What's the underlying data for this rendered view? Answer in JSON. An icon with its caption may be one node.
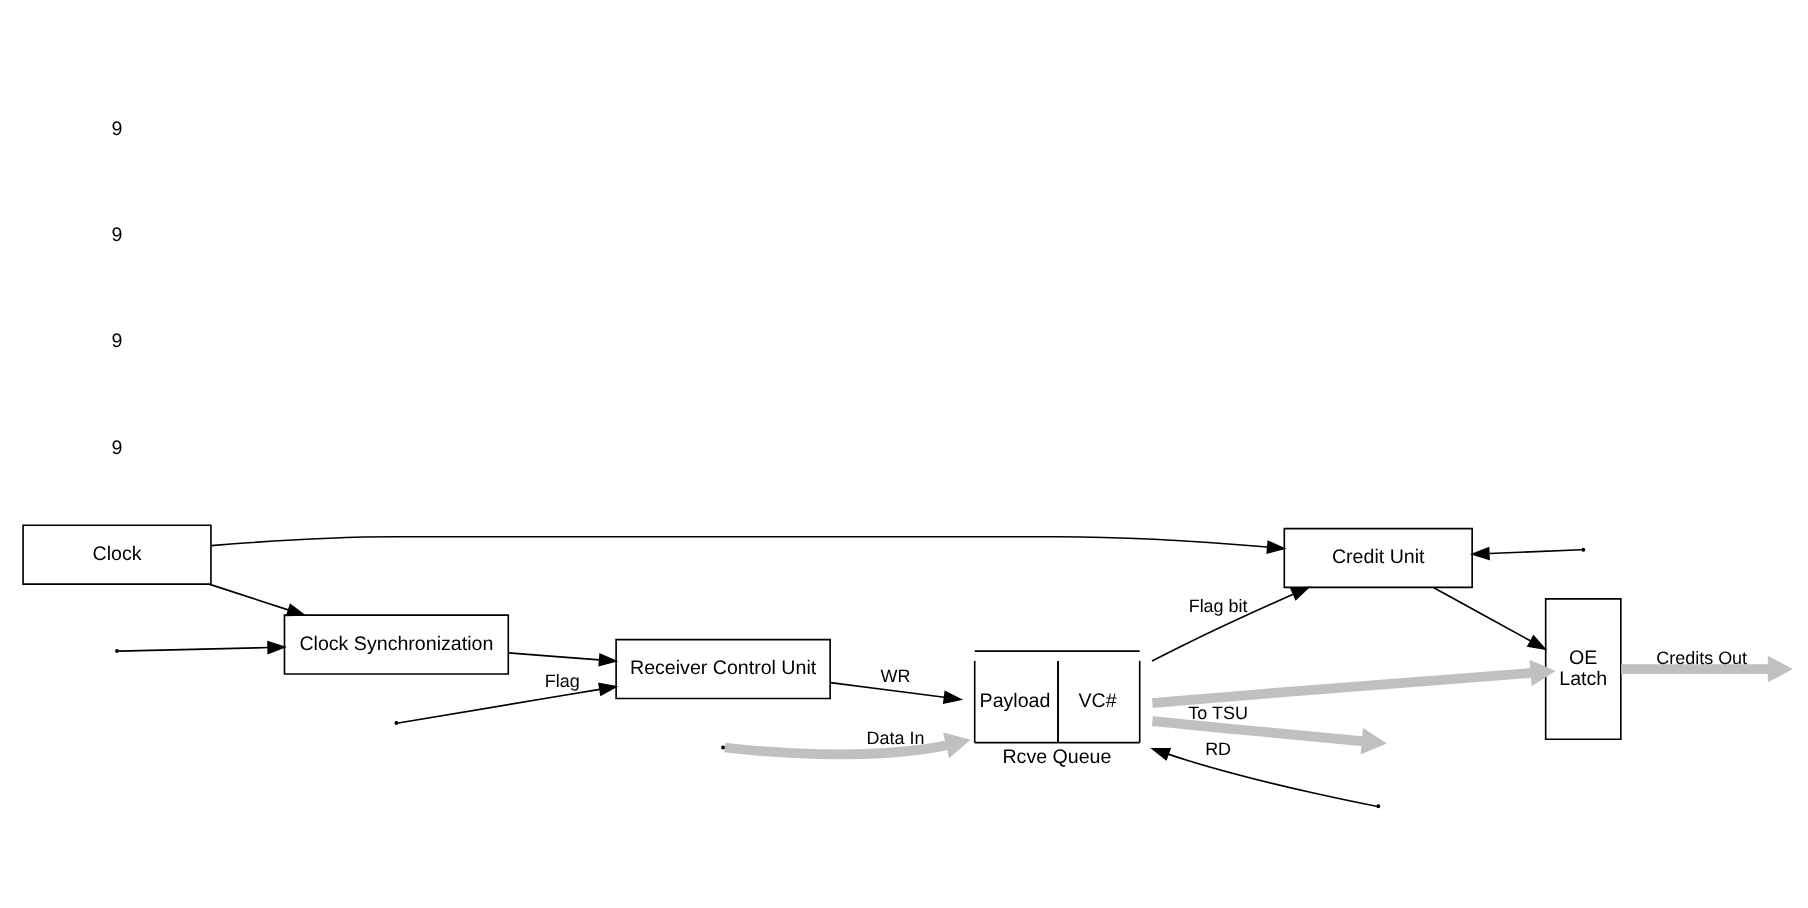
{
  "diagram": {
    "nodes": [
      {
        "text": [
          "Payload",
          "VC#",
          "Rcve Queue"
        ]
      },
      {
        "text": [
          "Receiver Control Unit"
        ]
      },
      {
        "text": [
          "Clock Synchronization"
        ]
      },
      {
        "text": [
          "Clock"
        ]
      },
      {
        "text": [
          "Credit Unit"
        ]
      },
      {
        "text": [
          "OE",
          "Latch"
        ]
      }
    ],
    "edges": [
      {
        "from": null,
        "to": 0,
        "arrow": "to",
        "label": "Data In",
        "style": "thick",
        "color": "#c0c0c0"
      },
      {
        "from": 0,
        "to": null,
        "arrow": "to",
        "label": "To TSU",
        "style": "thick",
        "color": "#c0c0c0"
      },
      {
        "from": null,
        "to": 1,
        "arrow": "to",
        "label": "Flag"
      },
      {
        "from": null,
        "to": 2,
        "arrow": "to"
      },
      {
        "from": 1,
        "to": 0,
        "arrow": "to",
        "label": "WR"
      },
      {
        "from": null,
        "to": 0,
        "arrow": "to",
        "label": "RD"
      },
      {
        "from": null,
        "to": 4,
        "arrow": "to"
      },
      {
        "from": 0,
        "to": 4,
        "arrow": "to",
        "label": "Flag bit"
      },
      {
        "from": 0,
        "to": 5,
        "arrow": "to",
        "style": "thick",
        "color": "#c0c0c0"
      },
      {
        "from": 2,
        "to": 1,
        "arrow": "to"
      },
      {
        "from": 3,
        "to": 2,
        "arrow": "to"
      },
      {
        "from": 3,
        "to": 4,
        "arrow": "to"
      },
      {
        "from": 4,
        "to": 5,
        "arrow": "to"
      },
      {
        "from": 5,
        "to": null,
        "arrow": "to",
        "label": "Credits Out",
        "style": "thick",
        "color": "#c0c0c0"
      }
    ],
    "labels": [
      "9",
      "9",
      "9",
      "9"
    ]
  }
}
